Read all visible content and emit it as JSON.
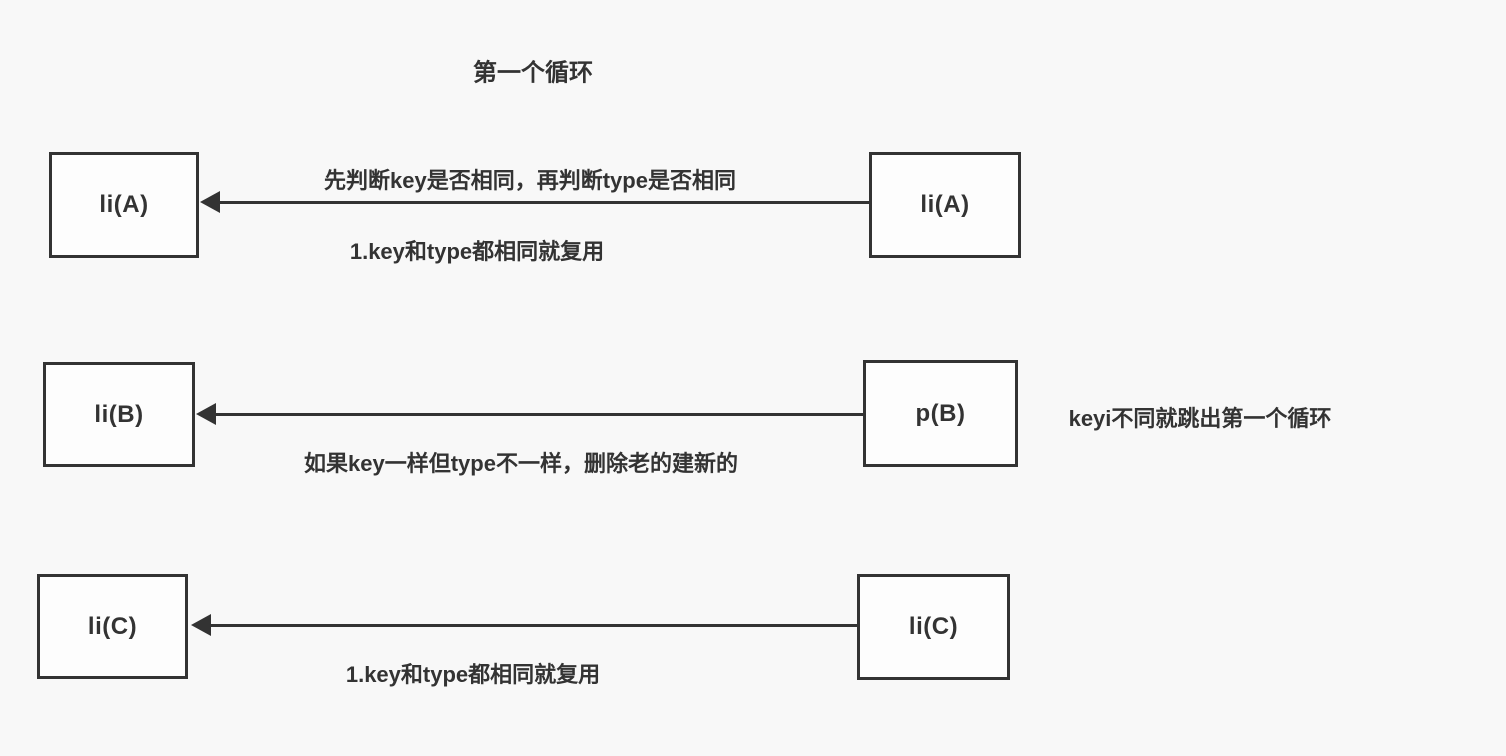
{
  "title": "第一个循环",
  "rows": [
    {
      "left": "li(A)",
      "right": "li(A)",
      "note_above": "先判断key是否相同，再判断type是否相同",
      "note_below": "1.key和type都相同就复用"
    },
    {
      "left": "li(B)",
      "right": "p(B)",
      "note_below": "如果key一样但type不一样，删除老的建新的",
      "side_note": "keyi不同就跳出第一个循环"
    },
    {
      "left": "li(C)",
      "right": "li(C)",
      "note_below": "1.key和type都相同就复用"
    }
  ],
  "colors": {
    "background": "#f8f8f8",
    "line": "#333333",
    "text": "#333333",
    "box_fill": "#fdfdfd"
  }
}
